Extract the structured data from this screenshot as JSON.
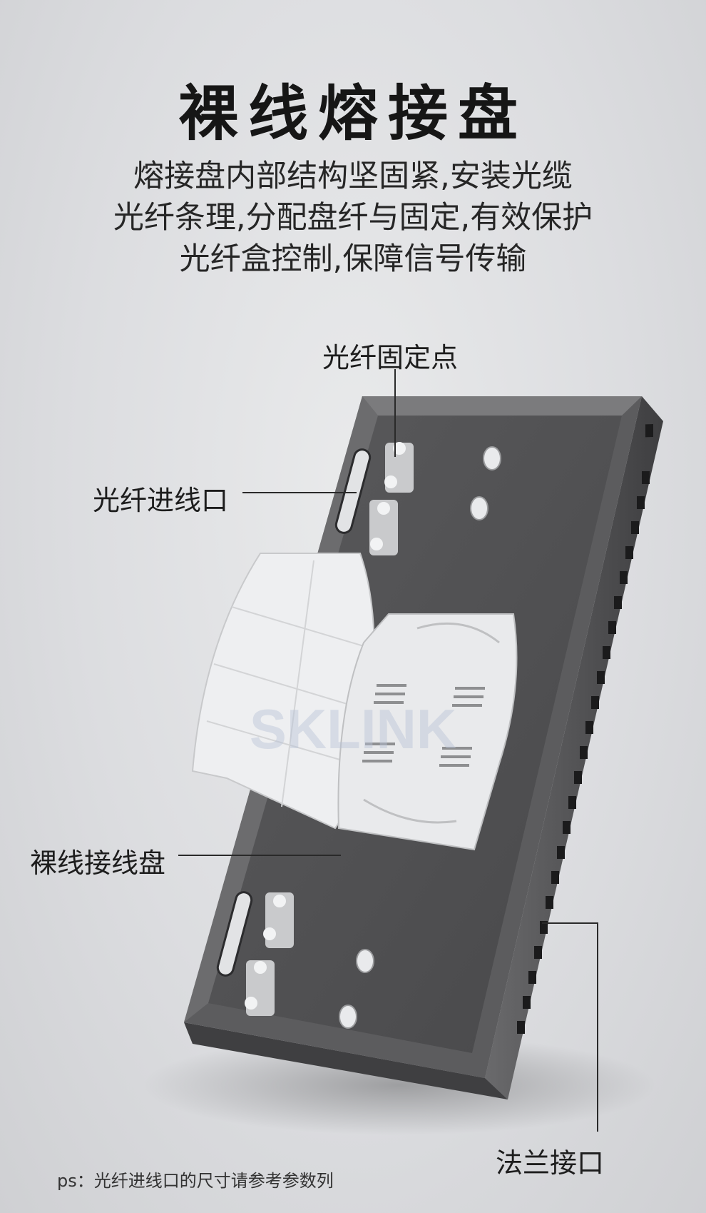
{
  "page": {
    "title": "裸线熔接盘",
    "subtitle_lines": [
      "熔接盘内部结构坚固紧,安装光缆",
      "光纤条理,分配盘纤与固定,有效保护",
      "光纤盒控制,保障信号传输"
    ]
  },
  "callouts": {
    "fiber_fix_point": "光纤固定点",
    "fiber_inlet": "光纤进线口",
    "splice_tray": "裸线接线盘",
    "flange_port": "法兰接口"
  },
  "watermark": "SKLINK",
  "footnote": "ps：光纤进线口的尺寸请参考参数列",
  "colors": {
    "background": "#dcdde0",
    "box_body": "#4a4a4c",
    "box_floor": "#535355",
    "tray": "#eceef0",
    "text": "#1e1e1e"
  }
}
